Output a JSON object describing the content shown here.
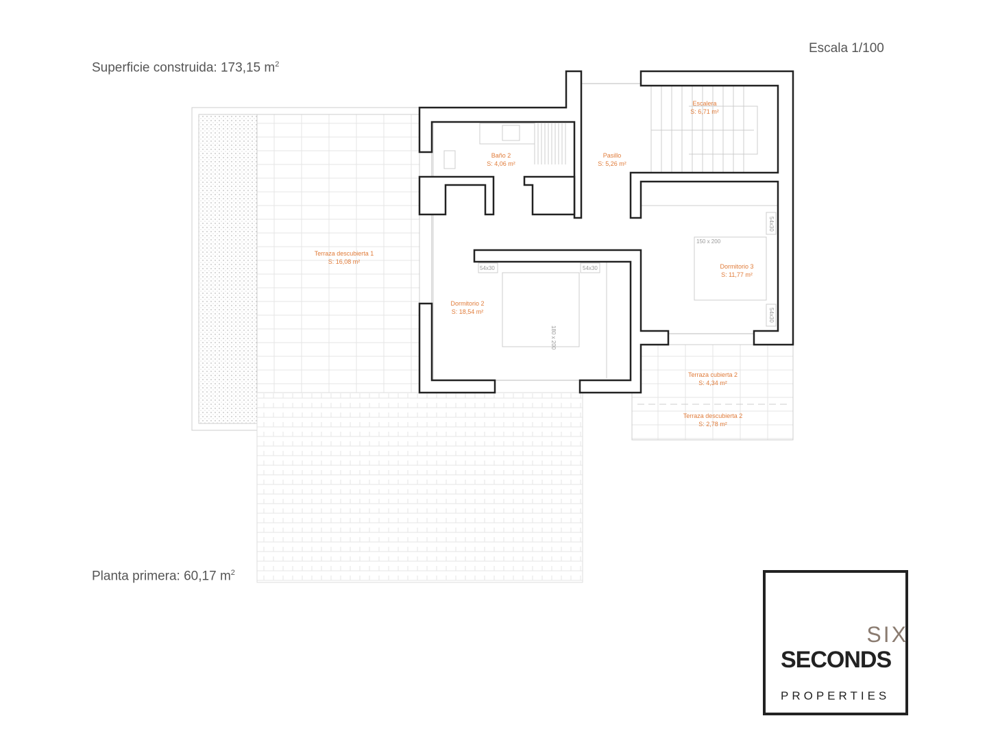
{
  "header": {
    "surface_label": "Superficie construida: 173,15 m",
    "surface_sup": "2",
    "scale": "Escala 1/100",
    "floor_label": "Planta primera: 60,17 m",
    "floor_sup": "2"
  },
  "rooms": [
    {
      "name": "Escalera",
      "area": "S: 6,71 m²"
    },
    {
      "name": "Baño 2",
      "area": "S: 4,06 m²"
    },
    {
      "name": "Pasillo",
      "area": "S: 5,26 m²"
    },
    {
      "name": "Terraza descubierta 1",
      "area": "S: 16,08 m²"
    },
    {
      "name": "Dormitorio 2",
      "area": "S: 18,54 m²"
    },
    {
      "name": "Dormitorio 3",
      "area": "S: 11,77 m²"
    },
    {
      "name": "Terraza cubierta 2",
      "area": "S: 4,34 m²"
    },
    {
      "name": "Terraza descubierta 2",
      "area": "S: 2,78 m²"
    }
  ],
  "furniture": {
    "bed3": "150 x 200",
    "bed2": "180 x 200",
    "night1": "54x30",
    "night2": "54x30",
    "night3": "54x30",
    "night4": "54x30"
  },
  "logo": {
    "line1": "SIX",
    "line2": "SECONDS",
    "line3": "PROPERTIES"
  }
}
